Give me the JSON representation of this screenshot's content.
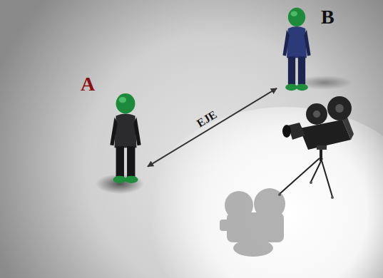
{
  "diagram": {
    "nodes": [
      {
        "text": [
          "A"
        ]
      },
      {
        "text": [
          "B"
        ]
      }
    ],
    "edges": [
      {
        "from": 0,
        "to": 1,
        "label": "EJE",
        "arrow": "both"
      }
    ]
  }
}
